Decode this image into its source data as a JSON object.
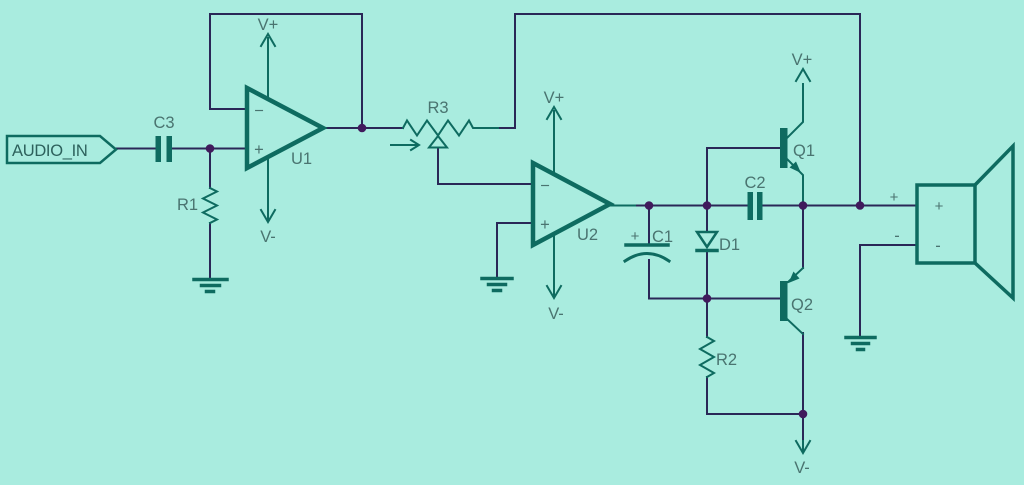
{
  "diagram_type": "audio-amplifier-schematic",
  "colors": {
    "background": "#a9ecdf",
    "component_stroke": "#0e6b60",
    "wire": "#2a2757",
    "junction_dot": "#401a5c",
    "label_text": "#4a7470"
  },
  "netlabels": {
    "audio_in": "AUDIO_IN"
  },
  "components": {
    "c3": "C3",
    "r1": "R1",
    "u1": "U1",
    "r3": "R3",
    "u2": "U2",
    "c1": "C1",
    "c2": "C2",
    "d1": "D1",
    "q1": "Q1",
    "q2": "Q2",
    "r2": "R2"
  },
  "power_rails": {
    "v_plus": "V+",
    "v_minus": "V-"
  },
  "opamp_inputs": {
    "inverting": "−",
    "noninverting": "+"
  },
  "polarity": {
    "c1_plus": "+",
    "wire_plus": "+",
    "wire_minus": "-",
    "speaker_plus": "+",
    "speaker_minus": "-"
  }
}
